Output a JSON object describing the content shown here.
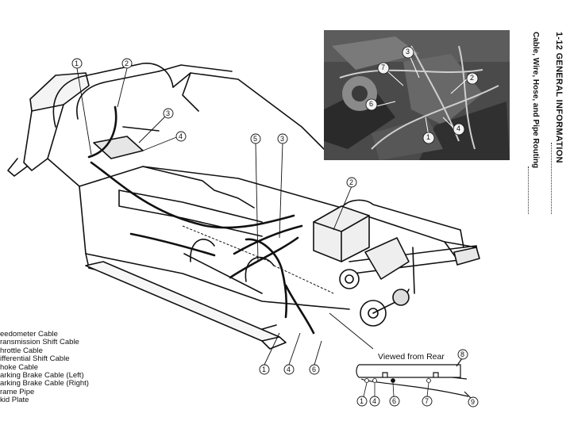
{
  "header": {
    "page_ref": "1-12 GENERAL INFORMATION",
    "section_title": "Cable, Wire, Hose, and Pipe Routing"
  },
  "legend": {
    "items": [
      "eedometer Cable",
      "ransmission Shift Cable",
      "hrottle Cable",
      "ifferential Shift Cable",
      "hoke Cable",
      "arking Brake Cable (Left)",
      "arking Brake Cable (Right)",
      "rame Pipe",
      "kid Plate"
    ]
  },
  "diagram": {
    "callouts_main": [
      "1",
      "2",
      "3",
      "4",
      "5",
      "3",
      "2"
    ],
    "callouts_bottom": [
      "1",
      "4",
      "6"
    ],
    "rear_view_label": "Viewed from Rear",
    "rear_callouts": [
      "8",
      "9",
      "1",
      "4",
      "6",
      "7"
    ]
  },
  "photo": {
    "callouts": [
      "3",
      "7",
      "2",
      "6",
      "4",
      "1"
    ]
  }
}
